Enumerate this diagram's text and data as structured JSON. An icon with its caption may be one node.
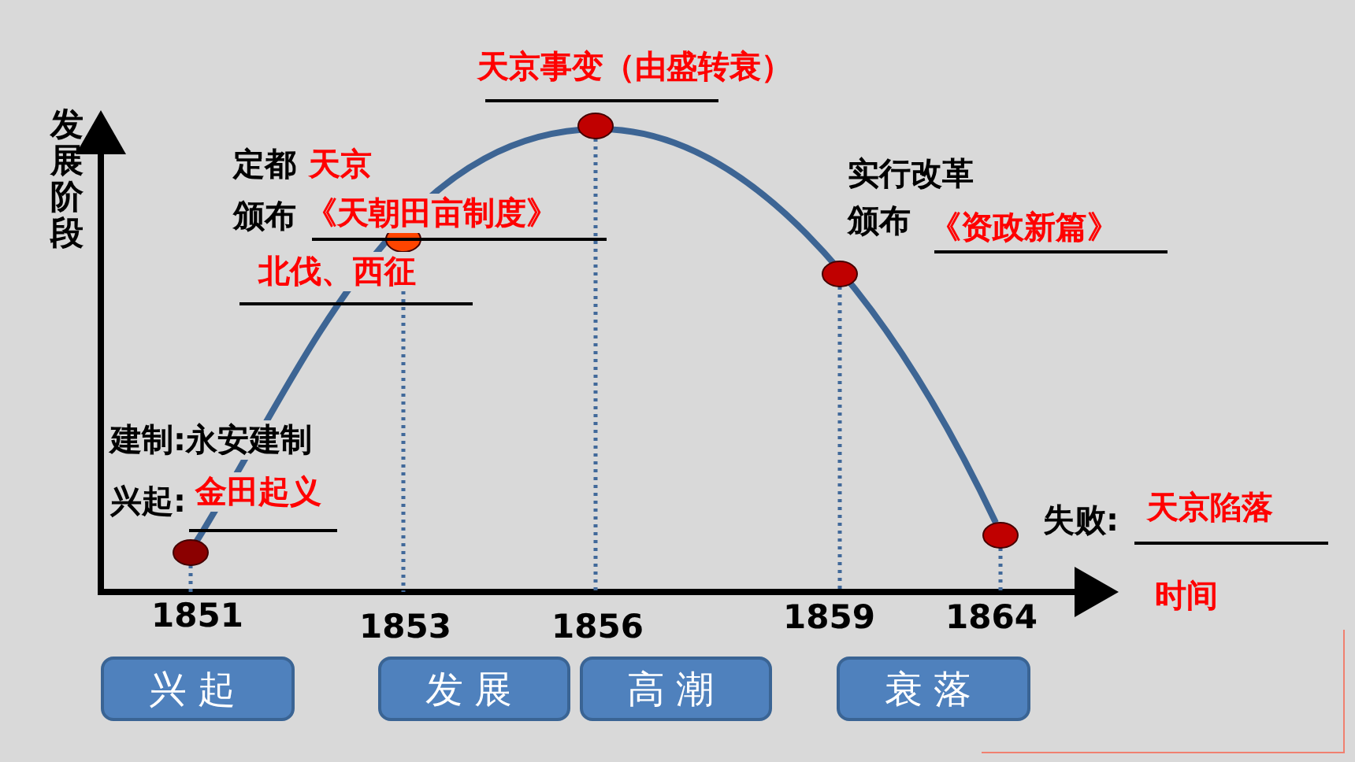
{
  "diagram": {
    "nodes": [
      {
        "text": [
          "兴起"
        ]
      },
      {
        "text": [
          "发展"
        ]
      },
      {
        "text": [
          "高潮"
        ]
      },
      {
        "text": [
          "衰落"
        ]
      }
    ],
    "labels": [
      "天京事变（由盛转衰）",
      "发展阶段",
      "定都",
      "天京",
      "实行改革",
      "颁布",
      "《天朝田亩制度》",
      "颁布",
      "《资政新篇》",
      "北伐、西征",
      "建制:永安建制",
      "兴起:",
      "金田起义",
      "失败:",
      "天京陷落",
      "1851",
      "1853",
      "1856",
      "1859",
      "1864",
      "时间"
    ]
  }
}
